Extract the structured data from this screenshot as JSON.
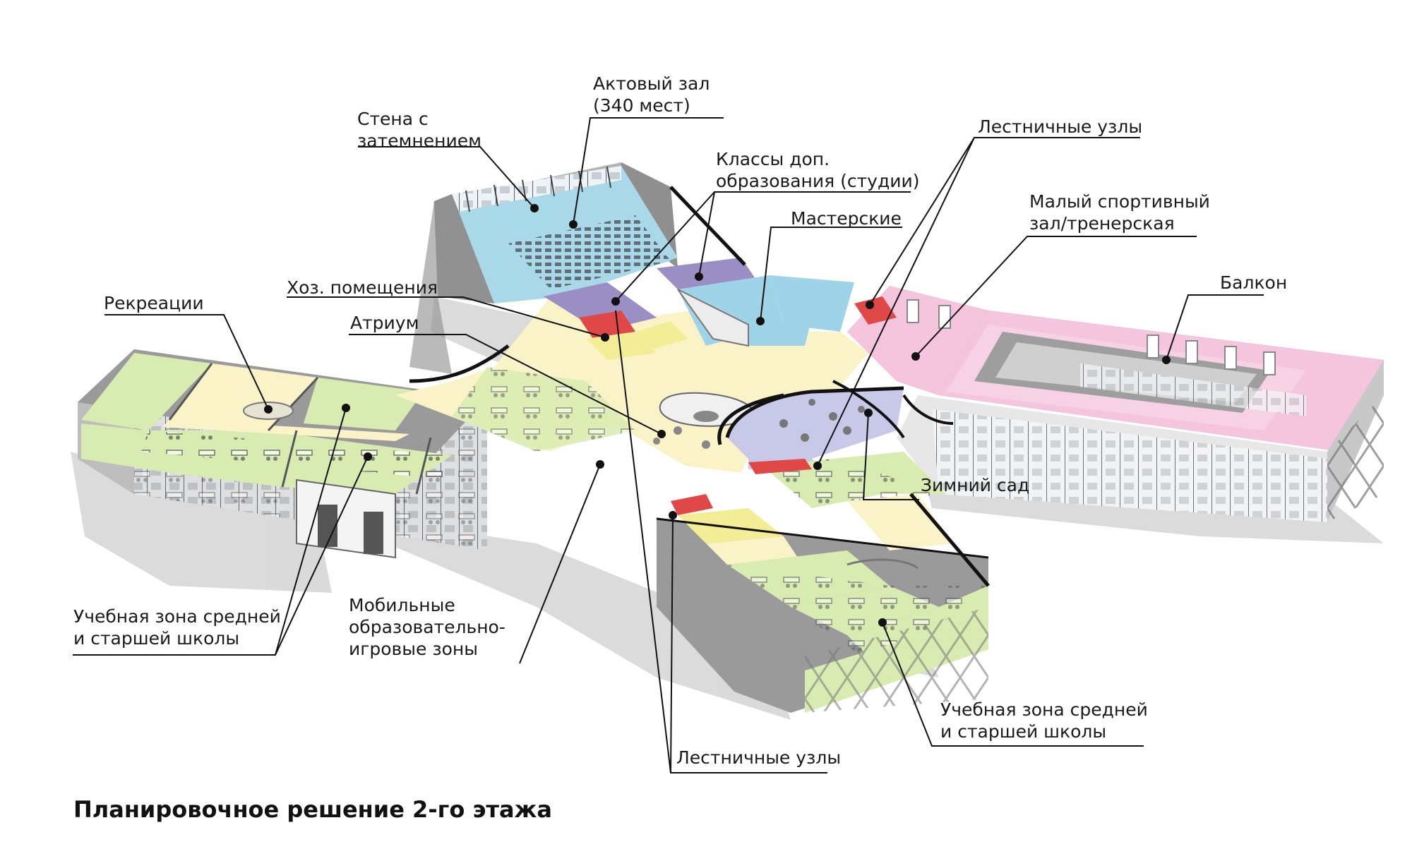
{
  "title": "Планировочное решение 2-го этажа",
  "labels": {
    "aktovy_zal": [
      "Актовый зал",
      "(340 мест)"
    ],
    "stena": [
      "Стена с",
      "затемнением"
    ],
    "klassy": [
      "Классы доп.",
      "образования  (студии)"
    ],
    "lestnichnye_top": [
      "Лестничные узлы"
    ],
    "maly_sport": [
      "Малый  спортивный",
      "зал/тренерская"
    ],
    "masterskie": [
      "Мастерские"
    ],
    "balkon": [
      "Балкон"
    ],
    "rekreacii": [
      "Рекреации"
    ],
    "hoz": [
      "Хоз. помещения"
    ],
    "atrium": [
      "Атриум"
    ],
    "zimny_sad": [
      "Зимний сад"
    ],
    "uch_zona_left": [
      "Учебная зона средней",
      "и старшей школы"
    ],
    "mobilnye": [
      "Мобильные",
      "образовательно-",
      "игровые зоны"
    ],
    "uch_zona_right": [
      "Учебная зона средней",
      "и старшей школы"
    ],
    "lestnichnye_bottom": [
      "Лестничные узлы"
    ]
  },
  "colors": {
    "auditorium": "#a9d9e8",
    "studios": "#9b8ec4",
    "workshops": "#9fd4e8",
    "stairs": "#e04848",
    "utility": "#f3ee96",
    "corridor": "#fbf3c8",
    "classrooms": "#d8ebb0",
    "sports": "#f5c4dd",
    "winter_garden": "#c8c8e8",
    "walls": "#9a9a9a",
    "lines": "#111111"
  }
}
